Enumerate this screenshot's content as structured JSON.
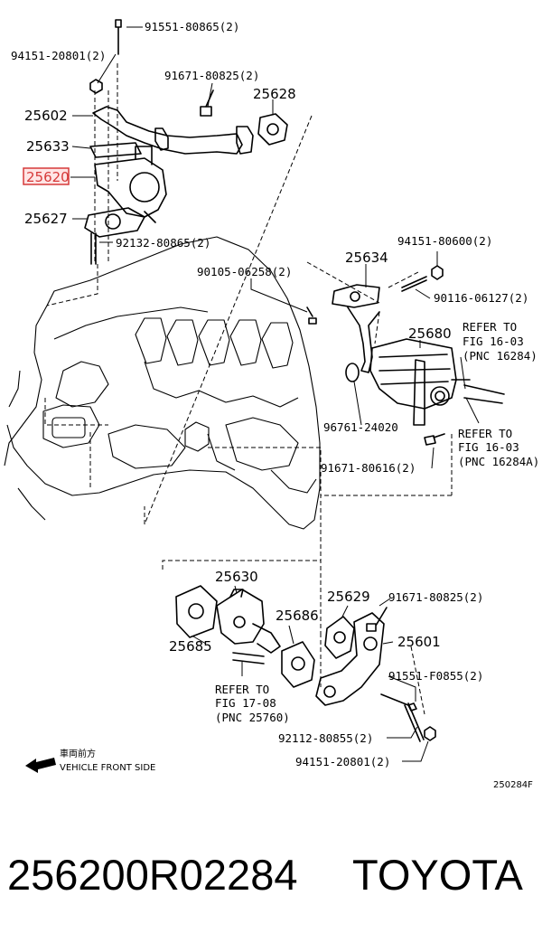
{
  "parts": {
    "p25602": "25602",
    "p25633": "25633",
    "p25620": "25620",
    "p25627": "25627",
    "p25628": "25628",
    "p25634": "25634",
    "p25680": "25680",
    "p25630": "25630",
    "p25685": "25685",
    "p25686": "25686",
    "p25629": "25629",
    "p25601": "25601"
  },
  "numbers": {
    "n91551_80865": "91551-80865(2)",
    "n94151_20801_top": "94151-20801(2)",
    "n91671_80825_top": "91671-80825(2)",
    "n92132_80865": "92132-80865(2)",
    "n90105_06258": "90105-06258(2)",
    "n94151_80600": "94151-80600(2)",
    "n90116_06127": "90116-06127(2)",
    "n96761_24020": "96761-24020",
    "n91671_80616": "91671-80616(2)",
    "n91671_80825_bottom": "91671-80825(2)",
    "n91551_F0855": "91551-F0855(2)",
    "n92112_80855": "92112-80855(2)",
    "n94151_20801_bottom": "94151-20801(2)"
  },
  "refs": {
    "ref1_line1": "REFER TO",
    "ref1_line2": "FIG 16-03",
    "ref1_line3": "(PNC 16284)",
    "ref2_line1": "REFER TO",
    "ref2_line2": "FIG 16-03",
    "ref2_line3": "(PNC 16284A)",
    "ref3_line1": "REFER TO",
    "ref3_line2": "FIG 17-08",
    "ref3_line3": "(PNC 25760)"
  },
  "direction": {
    "jp_label": "車両前方",
    "en_label": "VEHICLE FRONT SIDE"
  },
  "figure_code": "250284F",
  "highlight_color": "#d63a3a",
  "footer": {
    "part_number": "256200R02284",
    "brand": "TOYOTA"
  }
}
